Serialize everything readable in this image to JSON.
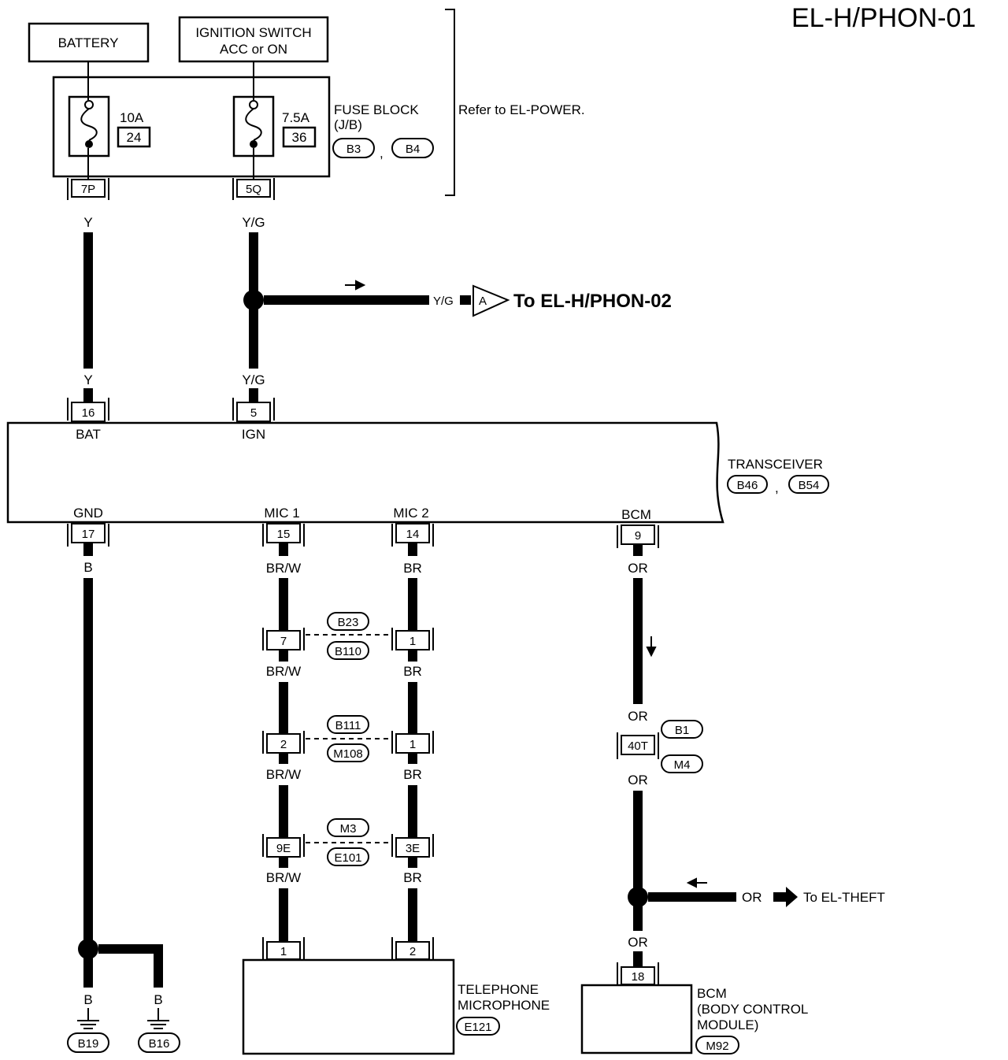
{
  "page_id": "EL-H/PHON-01",
  "battery": "BATTERY",
  "ignition": {
    "line1": "IGNITION SWITCH",
    "line2": "ACC or ON"
  },
  "fuse_block": {
    "label": "FUSE BLOCK",
    "sub": "(J/B)",
    "conn_a": "B3",
    "sep": ",",
    "conn_b": "B4",
    "refer": "Refer to EL-POWER.",
    "fuse1": {
      "amp": "10A",
      "num": "24",
      "terminal": "7P"
    },
    "fuse2": {
      "amp": "7.5A",
      "num": "36",
      "terminal": "5Q"
    }
  },
  "wires": {
    "y": "Y",
    "yg": "Y/G",
    "b": "B",
    "brw": "BR/W",
    "br": "BR",
    "or": "OR"
  },
  "jump_a": {
    "wire": "Y/G",
    "letter": "A",
    "dest": "To EL-H/PHON-02"
  },
  "transceiver": {
    "label": "TRANSCEIVER",
    "conn_a": "B46",
    "sep": ",",
    "conn_b": "B54",
    "pins": {
      "bat": {
        "num": "16",
        "name": "BAT"
      },
      "ign": {
        "num": "5",
        "name": "IGN"
      },
      "gnd": {
        "num": "17",
        "name": "GND"
      },
      "mic1": {
        "num": "15",
        "name": "MIC 1"
      },
      "mic2": {
        "num": "14",
        "name": "MIC 2"
      },
      "bcm": {
        "num": "9",
        "name": "BCM"
      }
    }
  },
  "inline_connectors": [
    {
      "top": "B23",
      "bottom": "B110",
      "left_pin": "7",
      "right_pin": "1"
    },
    {
      "top": "B111",
      "bottom": "M108",
      "left_pin": "2",
      "right_pin": "1"
    },
    {
      "top": "M3",
      "bottom": "E101",
      "left_pin": "9E",
      "right_pin": "3E"
    }
  ],
  "bcm_inline": {
    "pin": "40T",
    "top": "B1",
    "bottom": "M4"
  },
  "theft": {
    "wire": "OR",
    "dest": "To EL-THEFT"
  },
  "microphone": {
    "line1": "TELEPHONE",
    "line2": "MICROPHONE",
    "conn": "E121",
    "pin1": "1",
    "pin2": "2"
  },
  "bcm_module": {
    "line1": "BCM",
    "line2": "(BODY CONTROL",
    "line3": "MODULE)",
    "conn": "M92",
    "pin": "18"
  },
  "grounds": {
    "g1": "B19",
    "g2": "B16"
  }
}
